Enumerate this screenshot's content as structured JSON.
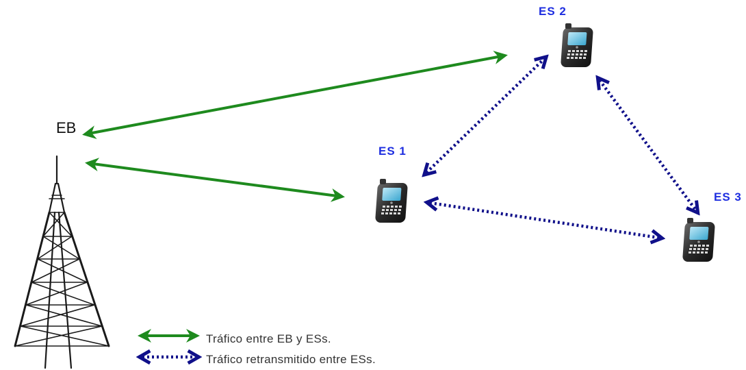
{
  "labels": {
    "base_station": "EB",
    "es1": "ES 1",
    "es2": "ES 2",
    "es3": "ES 3"
  },
  "legend": {
    "solid": "Tráfico entre EB y ESs.",
    "dotted": "Tráfico retransmitido entre ESs."
  },
  "colors": {
    "eb_traffic": "#1e8a1e",
    "relay_traffic": "#10108a",
    "es_label": "#1d2de0"
  },
  "icons": {
    "base_station": "transmission-tower-icon",
    "terminal": "smartphone-icon"
  }
}
